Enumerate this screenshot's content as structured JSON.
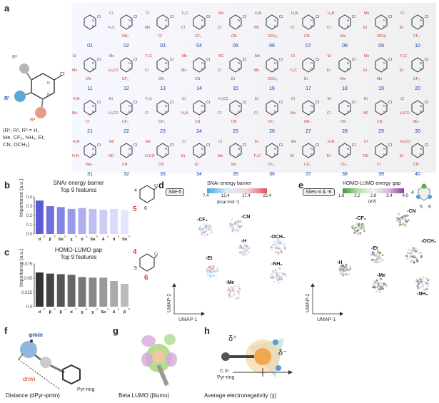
{
  "panels": {
    "a": "a",
    "b": "b",
    "c": "c",
    "d": "d",
    "e": "e",
    "f": "f",
    "g": "g",
    "h": "h"
  },
  "a": {
    "r1": "R¹",
    "r2": "R²",
    "r3": "R³",
    "cl": "Cl",
    "legend_line1": "(R¹, R², R³ = H,",
    "legend_line2": "Me, CF₃, NH₂, Et,",
    "legend_line3": "CN, OCH₃)",
    "compounds": [
      {
        "id": "01",
        "subs": []
      },
      {
        "id": "02",
        "subs": [
          "Cl",
          "F₃C",
          "NH₂"
        ]
      },
      {
        "id": "03",
        "subs": [
          "Cl",
          "Me",
          "Cl"
        ]
      },
      {
        "id": "04",
        "subs": [
          "F₃C",
          "Cl",
          "CF₃"
        ]
      },
      {
        "id": "05",
        "subs": [
          "Me",
          "Cl",
          "CN"
        ]
      },
      {
        "id": "06",
        "subs": [
          "H₂N",
          "NC",
          "OCH₃"
        ]
      },
      {
        "id": "07",
        "subs": [
          "H₂N",
          "Cl",
          "CN"
        ]
      },
      {
        "id": "08",
        "subs": [
          "H₂N",
          "Cl",
          "Me"
        ]
      },
      {
        "id": "09",
        "subs": [
          "Me",
          "Et",
          "OCH₃"
        ]
      },
      {
        "id": "10",
        "subs": [
          "Cl",
          "Et",
          "CF₃"
        ]
      },
      {
        "id": "11",
        "subs": [
          "Et",
          "Me",
          "CN"
        ]
      },
      {
        "id": "12",
        "subs": [
          "Me",
          "H₃CO",
          "CF₃"
        ]
      },
      {
        "id": "13",
        "subs": [
          "F₃C",
          "Cl",
          "CN"
        ]
      },
      {
        "id": "14",
        "subs": [
          "Me",
          "Me",
          "CN"
        ]
      },
      {
        "id": "15",
        "subs": [
          "NC",
          "Cl",
          "Et"
        ]
      },
      {
        "id": "16",
        "subs": [
          "Me",
          "Me",
          "OCH₃"
        ]
      },
      {
        "id": "17",
        "subs": [
          "Cl",
          "F₃C",
          "Et"
        ]
      },
      {
        "id": "18",
        "subs": [
          "Et",
          "Et",
          "Me"
        ]
      },
      {
        "id": "19",
        "subs": [
          "Me",
          "Et",
          "Me"
        ]
      },
      {
        "id": "20",
        "subs": [
          "F₃C",
          "Et",
          "CF₃"
        ]
      },
      {
        "id": "21",
        "subs": [
          "H₂N",
          "Me",
          "Cl"
        ]
      },
      {
        "id": "22",
        "subs": [
          "Et",
          "H₃CO",
          "CF₃"
        ]
      },
      {
        "id": "23",
        "subs": [
          "F₃C",
          "Cl",
          "CF₃"
        ]
      },
      {
        "id": "24",
        "subs": [
          "Cl",
          "H₂N",
          "CN"
        ]
      },
      {
        "id": "25",
        "subs": [
          "H₃CO",
          "Cl",
          "CN"
        ]
      },
      {
        "id": "26",
        "subs": [
          "Et",
          "Cl",
          "CF₃"
        ]
      },
      {
        "id": "27",
        "subs": [
          "Cl",
          "Me",
          "NH₂"
        ]
      },
      {
        "id": "28",
        "subs": [
          "Et",
          "Cl",
          "CN"
        ]
      },
      {
        "id": "29",
        "subs": [
          "Et",
          "NC",
          "CN"
        ]
      },
      {
        "id": "30",
        "subs": [
          "Cl",
          "H₃CO",
          "Me"
        ]
      },
      {
        "id": "31",
        "subs": [
          "H₂N",
          "H₂N",
          "NH₂"
        ]
      },
      {
        "id": "32",
        "subs": [
          "NC",
          "NC",
          "CN"
        ]
      },
      {
        "id": "33",
        "subs": [
          "Me",
          "H₃CO",
          "CN"
        ]
      },
      {
        "id": "34",
        "subs": [
          "Cl",
          "Et",
          "Et"
        ]
      },
      {
        "id": "35",
        "subs": [
          "Cl",
          "Me",
          "Me"
        ]
      },
      {
        "id": "36",
        "subs": [
          "Et",
          "F₃C",
          "CF₃"
        ]
      },
      {
        "id": "37",
        "subs": [
          "Me",
          "Et",
          "CF₃"
        ]
      },
      {
        "id": "38",
        "subs": [
          "H₂N",
          "Et",
          "CF₃"
        ]
      },
      {
        "id": "39",
        "subs": [
          "Cl",
          "NC",
          "Cl"
        ]
      },
      {
        "id": "40",
        "subs": [
          "H₃CO",
          "Et",
          "CN"
        ]
      }
    ]
  },
  "b": {
    "title_line1": "SNAr energy barrier",
    "title_line2": "Top 9 features",
    "ylabel": "Importance (a.u.)",
    "ring_label_4": "4",
    "ring_label_5": "5",
    "ring_label_6": "6",
    "ring_label_cl": "Cl"
  },
  "c": {
    "title_line1": "HOMO-LUMO gap",
    "title_line2": "Top 9 features",
    "ylabel": "Importance (a.u.)",
    "ring_label_4": "4",
    "ring_label_5": "5",
    "ring_label_6": "6",
    "ring_label_cl": "Cl"
  },
  "chart_data": [
    {
      "type": "bar",
      "title": "SNAr energy barrier",
      "ylabel": "Importance (a.u.)",
      "ylim": [
        0,
        0.4
      ],
      "yticks": [
        "0.4",
        "0.3",
        "0.2",
        "0.1",
        "0.0"
      ],
      "categories": [
        "d Pyr-φmin 6",
        "β lumo 6",
        "Sα 6",
        "χ 5",
        "d Pyr-φmin 5",
        "Sα 5",
        "A ps 5",
        "d Pyr-φmin 4",
        "Sα 4"
      ],
      "values": [
        0.36,
        0.3,
        0.29,
        0.27,
        0.28,
        0.27,
        0.26,
        0.27,
        0.26
      ],
      "colors": [
        "#5b5bd6",
        "#7070dd",
        "#8585e4",
        "#9a9aea",
        "#aeaeef",
        "#bebef3",
        "#cdcdf6",
        "#dadaf9",
        "#e6e6fb"
      ]
    },
    {
      "type": "bar",
      "title": "HOMO-LUMO gap",
      "ylabel": "Importance (a.u.)",
      "ylim": [
        0,
        0.075
      ],
      "yticks": [
        "0.075",
        "0.05",
        "0.025",
        "0.0"
      ],
      "categories": [
        "d Pyr-φmin 6",
        "β lumo 6",
        "β lumo 4",
        "d Pyr-φmin 4",
        "χ 6",
        "χ 4",
        "Sα 4",
        "A ns 6",
        "β lumo 5"
      ],
      "values": [
        0.06,
        0.058,
        0.057,
        0.056,
        0.052,
        0.051,
        0.051,
        0.045,
        0.04
      ],
      "colors": [
        "#333333",
        "#444444",
        "#555555",
        "#666666",
        "#777777",
        "#888888",
        "#999999",
        "#aaaaaa",
        "#bbbbbb"
      ]
    }
  ],
  "d": {
    "cb_title": "SNAr energy barrier",
    "cb_ticks": [
      "7.4",
      "12.4",
      "17.4",
      "22.4"
    ],
    "cb_unit": "(kcal mol⁻¹)",
    "site": "Site-5",
    "xlab": "UMAP-1",
    "ylab": "UMAP-2",
    "clusters": [
      "-CF₃",
      "-CN",
      "-OCH₃",
      "-H",
      "-Et",
      "-NH₂",
      "-Me"
    ]
  },
  "e": {
    "cb_title": "HOMO-LUMO energy gap",
    "cb_ticks": [
      "1.6",
      "2.2",
      "2.8",
      "3.4",
      "4.0"
    ],
    "cb_unit": "(eV)",
    "site": "Sites-4 & -6",
    "xlab": "UMAP-1",
    "ylab": "UMAP-2",
    "clusters": [
      "-CF₃",
      "-CN",
      "-OCH₃",
      "-Et",
      "-H",
      "-Me",
      "-NH₂"
    ],
    "ring_4": "4",
    "ring_5": "5",
    "ring_6": "6"
  },
  "f": {
    "phi": "φmin",
    "dmin": "dmin",
    "pyr": "Pyr-ring",
    "caption": "Distance (dPyr-φmin)"
  },
  "g": {
    "caption": "Beta LUMO (βlumo)"
  },
  "h": {
    "dplus": "δ⁺",
    "dminus": "δ⁻",
    "c_line1": "C in",
    "c_line2": "Pyr-ring",
    "caption": "Average electronegativity (χ)"
  }
}
